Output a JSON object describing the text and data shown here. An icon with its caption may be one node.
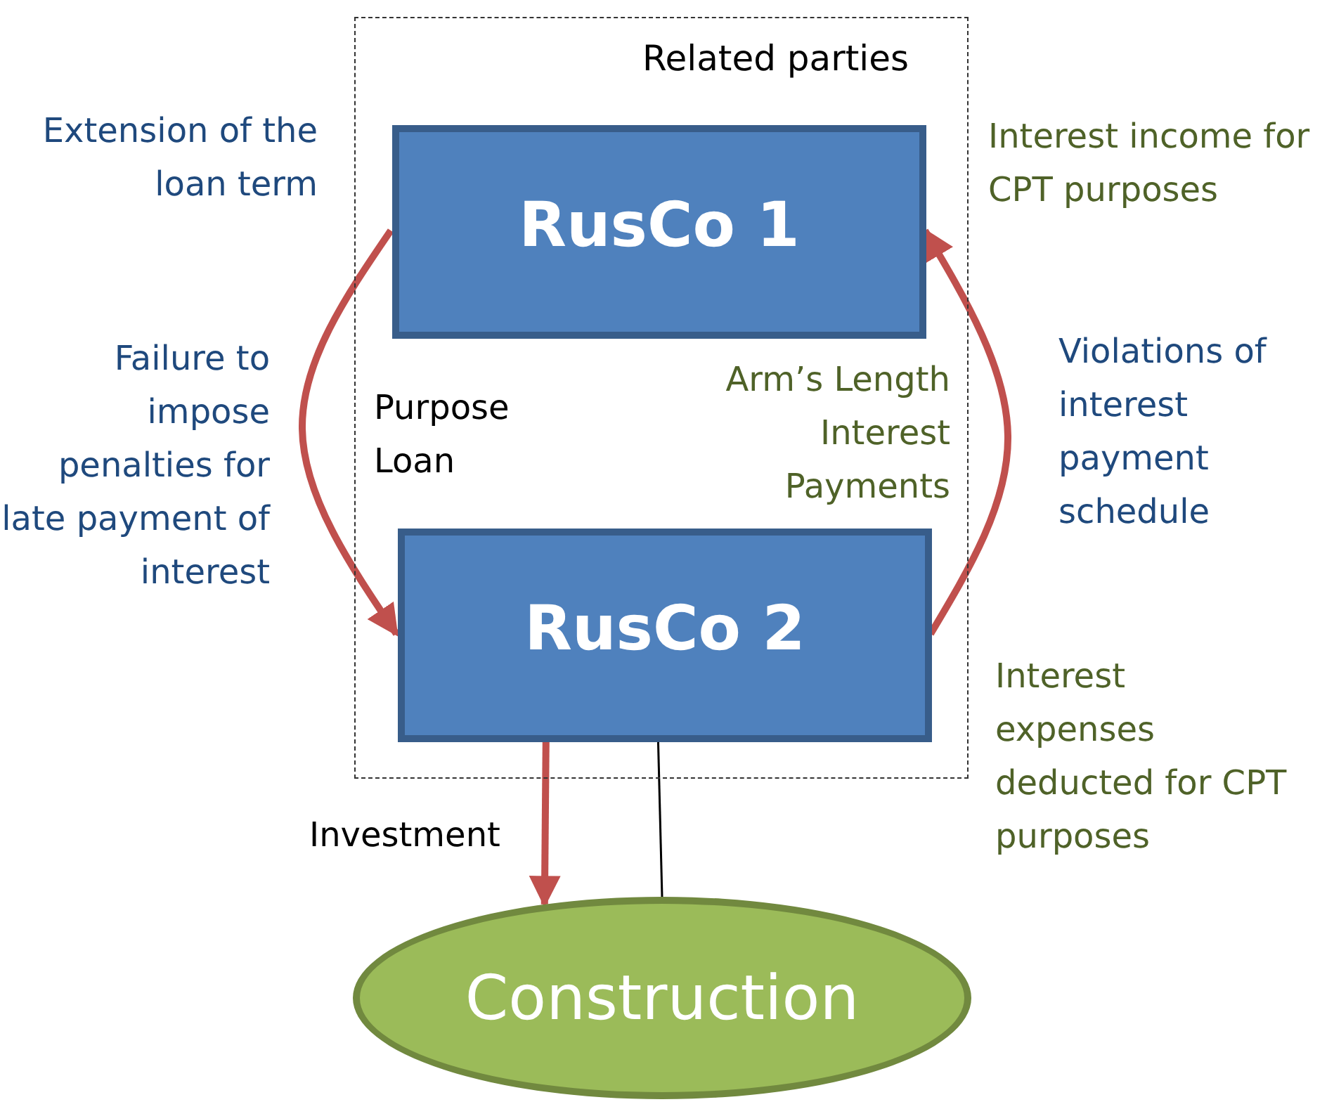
{
  "diagram": {
    "nodes": [
      {
        "text": [
          "Related parties"
        ]
      },
      {
        "text": [
          "RusCo 1"
        ],
        "in": 0
      },
      {
        "text": [
          "RusCo 2"
        ],
        "in": 0
      },
      {
        "text": [
          "Construction"
        ]
      }
    ],
    "edges": [
      {
        "from": 1,
        "to": 2,
        "arrow": "to"
      },
      {
        "from": 2,
        "to": 1,
        "arrow": "to"
      },
      {
        "from": 2,
        "to": 3,
        "arrow": "to",
        "label": "Investment"
      },
      {
        "from": 2,
        "to": 3,
        "arrow": "none",
        "color": "#000000"
      }
    ],
    "labels": [
      "Extension of the loan term",
      "Interest income for CPT purposes",
      "Failure to impose penalties for late payment of interest",
      "Purpose Loan",
      "Arm’s Length Interest Payments",
      "Violations of interest payment schedule",
      "Interest expenses deducted for CPT purposes"
    ]
  }
}
